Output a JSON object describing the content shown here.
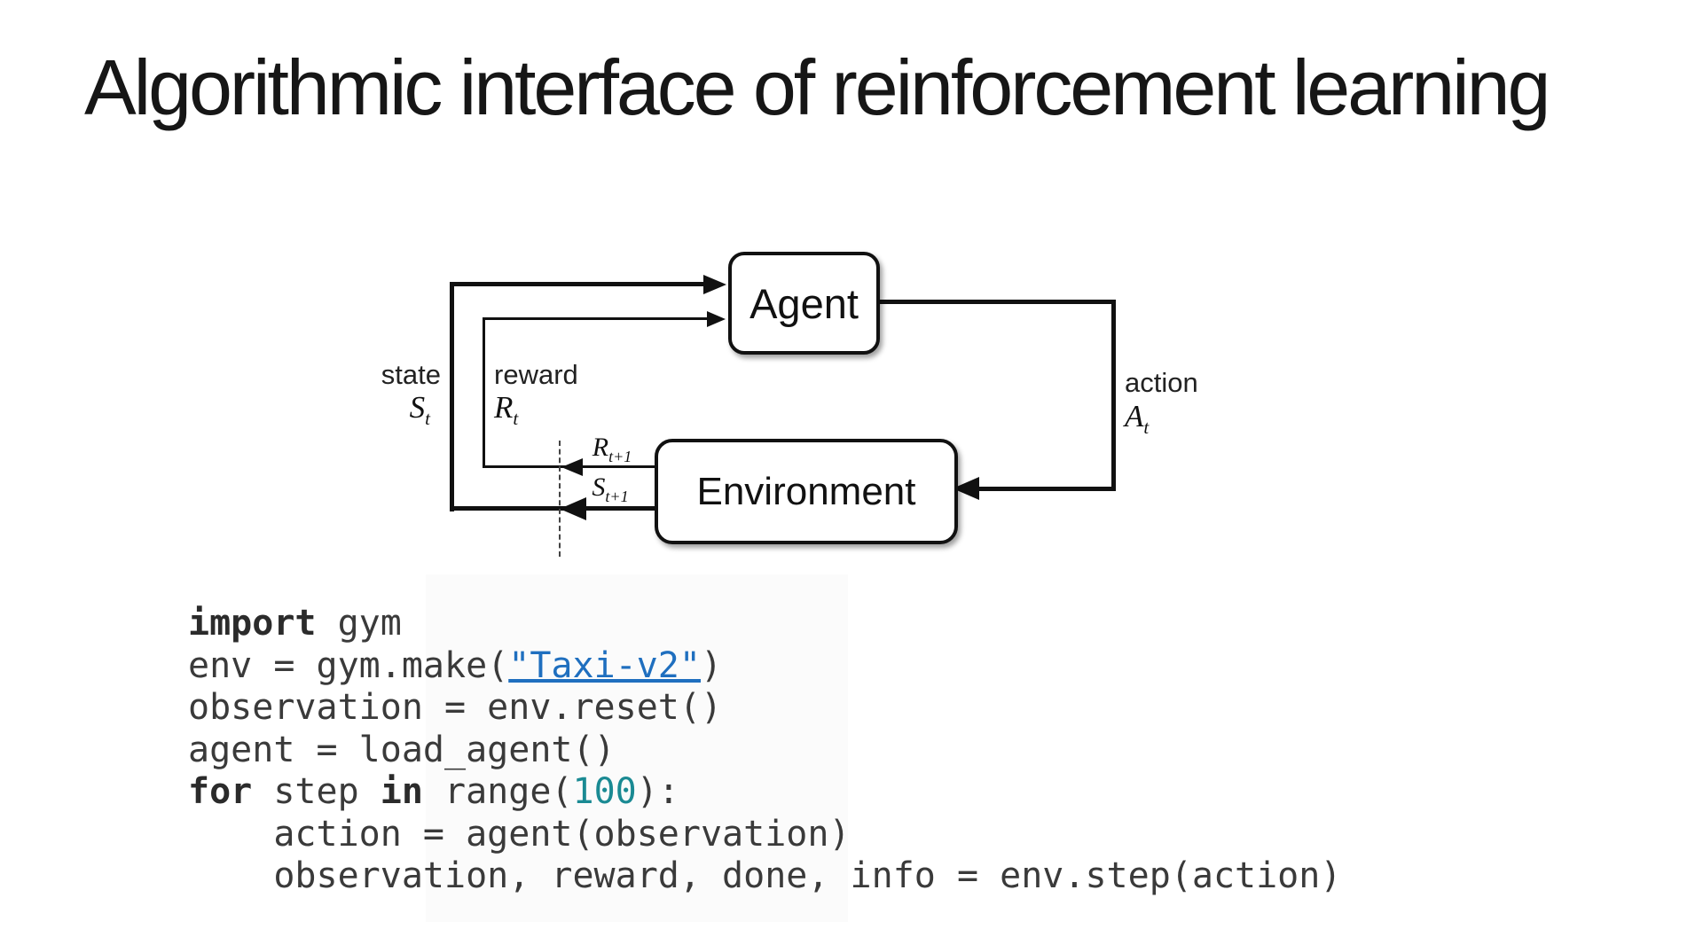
{
  "slide": {
    "title": "Algorithmic interface of reinforcement learning"
  },
  "diagram": {
    "agent_label": "Agent",
    "environment_label": "Environment",
    "state_label": "state",
    "reward_label": "reward",
    "action_label": "action",
    "state_symbol": "S",
    "state_sub": "t",
    "reward_symbol": "R",
    "reward_sub": "t",
    "action_symbol": "A",
    "action_sub": "t",
    "next_reward_symbol": "R",
    "next_reward_sub": "t+1",
    "next_state_symbol": "S",
    "next_state_sub": "t+1",
    "colors": {
      "line": "#111111",
      "box_fill": "#ffffff",
      "box_border": "#111111"
    }
  },
  "code": {
    "text_color": "#3a3a3a",
    "keyword_color": "#2b2b2b",
    "number_color": "#1a8a93",
    "link_color": "#1f6fbf",
    "lines": [
      [
        {
          "t": "import",
          "s": "kw"
        },
        {
          "t": " gym",
          "s": "plain"
        }
      ],
      [
        {
          "t": "env = gym.make(",
          "s": "plain"
        },
        {
          "t": "\"Taxi-v2\"",
          "s": "link"
        },
        {
          "t": ")",
          "s": "plain"
        }
      ],
      [
        {
          "t": "observation = env.reset()",
          "s": "plain"
        }
      ],
      [
        {
          "t": "agent = load_agent()",
          "s": "plain"
        }
      ],
      [
        {
          "t": "for",
          "s": "kw"
        },
        {
          "t": " step ",
          "s": "plain"
        },
        {
          "t": "in",
          "s": "kw"
        },
        {
          "t": " range(",
          "s": "plain"
        },
        {
          "t": "100",
          "s": "num"
        },
        {
          "t": "):",
          "s": "plain"
        }
      ],
      [
        {
          "t": "    action = agent(observation)",
          "s": "plain"
        }
      ],
      [
        {
          "t": "    observation, reward, done, info = env.step(action)",
          "s": "plain"
        }
      ]
    ]
  }
}
